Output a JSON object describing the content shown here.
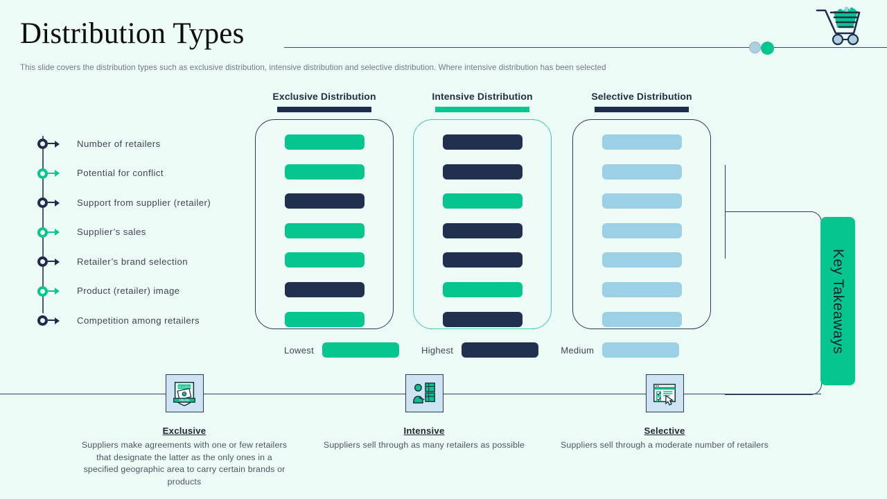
{
  "header": {
    "title": "Distribution Types",
    "subtitle": "This slide covers the distribution types such as exclusive distribution, intensive distribution and selective distribution. Where intensive distribution has been selected",
    "cart_icon": "shopping-cart-icon",
    "dot_blue_color": "#aecfe0",
    "dot_green_color": "#06c68f"
  },
  "colors": {
    "background": "#edfbf6",
    "green": "#06c68f",
    "navy": "#22304f",
    "light_blue": "#9bd0e5",
    "outline": "#2b3a4f",
    "selected_outline": "#3ec9b2"
  },
  "criteria": [
    {
      "label": "Number  of retailers",
      "marker": "navy"
    },
    {
      "label": "Potential  for conflict",
      "marker": "green"
    },
    {
      "label": "Support  from supplier  (retailer)",
      "marker": "navy"
    },
    {
      "label": "Supplier’s  sales",
      "marker": "green"
    },
    {
      "label": "Retailer’s  brand  selection",
      "marker": "navy"
    },
    {
      "label": "Product  (retailer)  image",
      "marker": "green"
    },
    {
      "label": "Competition  among  retailers",
      "marker": "navy"
    }
  ],
  "columns": [
    {
      "title": "Exclusive Distribution",
      "selected": false,
      "underline_color": "#1f2d4d",
      "levels": [
        "green",
        "green",
        "navy",
        "green",
        "green",
        "navy",
        "green"
      ]
    },
    {
      "title": "Intensive Distribution",
      "selected": true,
      "underline_color": "#06c68f",
      "levels": [
        "navy",
        "navy",
        "green",
        "navy",
        "navy",
        "green",
        "navy"
      ]
    },
    {
      "title": "Selective Distribution",
      "selected": false,
      "underline_color": "#1f2d4d",
      "levels": [
        "blue",
        "blue",
        "blue",
        "blue",
        "blue",
        "blue",
        "blue"
      ]
    }
  ],
  "legend": [
    {
      "label": "Lowest",
      "swatch": "green",
      "color": "#06c68f"
    },
    {
      "label": "Highest",
      "swatch": "navy",
      "color": "#22304f"
    },
    {
      "label": "Medium",
      "swatch": "blue",
      "color": "#9bd0e5"
    }
  ],
  "cards": [
    {
      "icon": "exclusive-badge-icon",
      "title": "Exclusive",
      "body": "Suppliers make agreements with one or few retailers that designate the latter as the only ones in a specified geographic area to carry certain brands or products"
    },
    {
      "icon": "warehouse-worker-icon",
      "title": "Intensive",
      "body": "Suppliers sell through as many retailers as possible"
    },
    {
      "icon": "checklist-cursor-icon",
      "title": "Selective",
      "body": "Suppliers sell through a moderate number of retailers"
    }
  ],
  "key_takeaways": {
    "label": "Key Takeaways",
    "color": "#06c68f"
  }
}
